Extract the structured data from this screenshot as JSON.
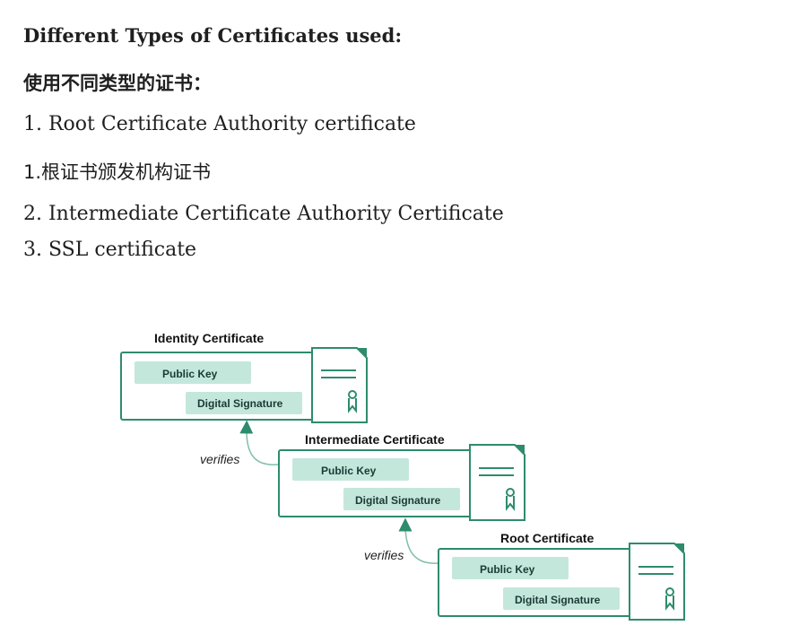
{
  "article": {
    "heading": "Different Types of Certificates used:",
    "heading_cn": "使用不同类型的证书：",
    "item1": "1. Root Certificate Authority certificate",
    "item1_cn": "1.根证书颁发机构证书",
    "item2": "2. Intermediate Certificate Authority Certificate",
    "item3": "3. SSL certificate"
  },
  "diagram": {
    "accent_color": "#2e8b6e",
    "field_color": "#c4e7dc",
    "certificates": [
      {
        "title": "Identity Certificate",
        "public_key": "Public Key",
        "signature": "Digital Signature"
      },
      {
        "title": "Intermediate Certificate",
        "public_key": "Public Key",
        "signature": "Digital Signature"
      },
      {
        "title": "Root Certificate",
        "public_key": "Public Key",
        "signature": "Digital Signature"
      }
    ],
    "arrow_labels": [
      "verifies",
      "verifies"
    ],
    "icons": [
      "document-lines-icon",
      "award-ribbon-icon"
    ]
  }
}
